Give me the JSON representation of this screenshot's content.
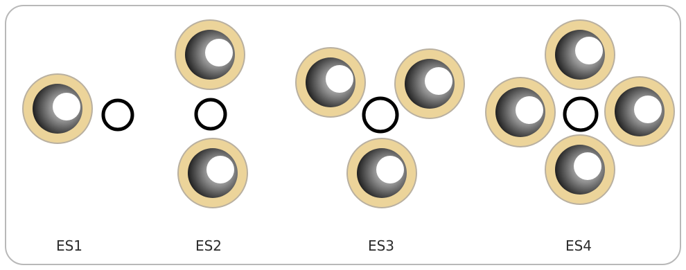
{
  "colors": {
    "frame_stroke": "#b8b8b8",
    "ring_fill": "#ecd49a",
    "ring_stroke": "#b9b0a0",
    "hole_shadow_dark": "#1f1f1f",
    "hole_shadow_light": "#d8d8d8",
    "center_ring": "#000000"
  },
  "groups": [
    {
      "label": "ES1",
      "electrode_count": 1
    },
    {
      "label": "ES2",
      "electrode_count": 2
    },
    {
      "label": "ES3",
      "electrode_count": 3
    },
    {
      "label": "ES4",
      "electrode_count": 4
    }
  ]
}
